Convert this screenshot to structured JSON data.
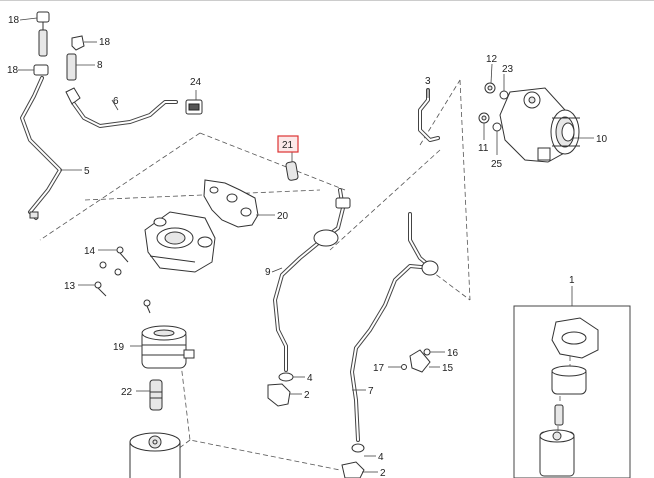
{
  "callouts": {
    "c1": "1",
    "c2a": "2",
    "c2b": "2",
    "c3": "3",
    "c4a": "4",
    "c4b": "4",
    "c5": "5",
    "c6": "6",
    "c7": "7",
    "c8": "8",
    "c9": "9",
    "c10": "10",
    "c11": "11",
    "c12": "12",
    "c13": "13",
    "c14": "14",
    "c15": "15",
    "c16": "16",
    "c17": "17",
    "c18a": "18",
    "c18b": "18",
    "c18c": "18",
    "c19": "19",
    "c20": "20",
    "c21": "21",
    "c22": "22",
    "c23": "23",
    "c24": "24",
    "c25": "25"
  },
  "highlight_color": "#d33333"
}
